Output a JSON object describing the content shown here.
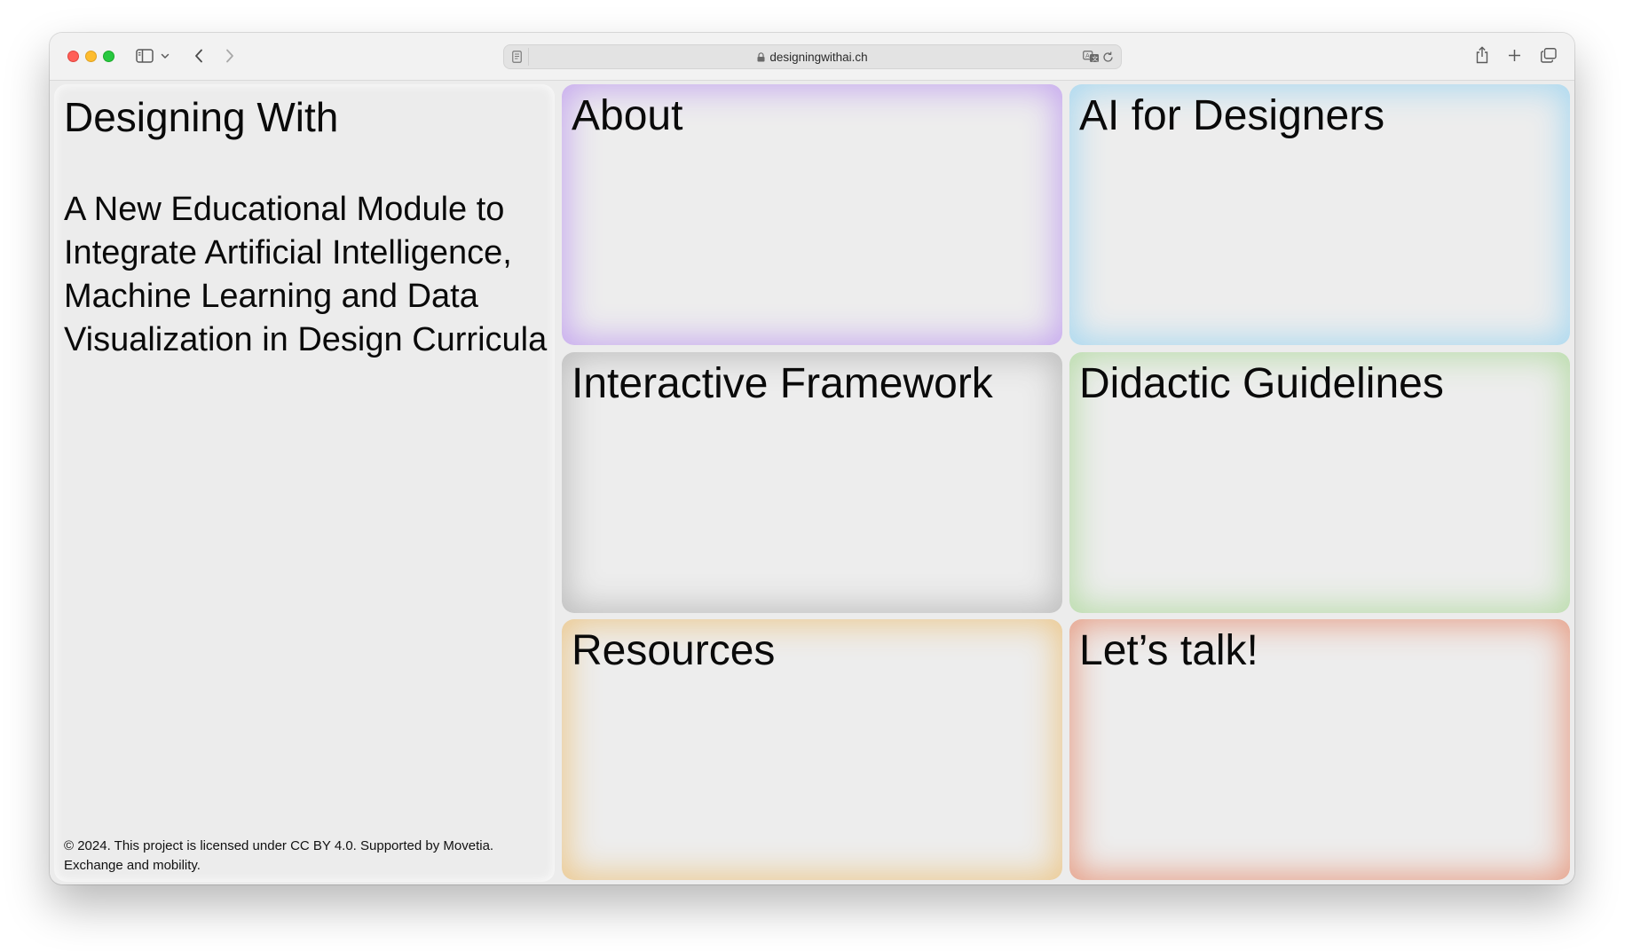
{
  "browser": {
    "url": "designingwithai.ch",
    "icons": {
      "sidebar": "sidebar-icon",
      "chevron": "chevron-down-icon",
      "back": "back-arrow-icon",
      "forward": "forward-arrow-icon",
      "reader": "reader-icon",
      "lock": "lock-icon",
      "translate": "translate-icon",
      "reload": "reload-icon",
      "share": "share-icon",
      "new_tab": "plus-icon",
      "tabs": "tab-overview-icon"
    }
  },
  "site": {
    "title": "Designing With",
    "subtitle": "A New Educational Module to Integrate Artificial Intelligence, Machine Learning and Data Visualization in Design Curricula",
    "footer": "© 2024. This project is licensed under CC BY 4.0. Supported by Movetia. Exchange and mobility."
  },
  "cards": [
    {
      "title": "About",
      "color": "#c6a8ef"
    },
    {
      "title": "AI for Designers",
      "color": "#a9d8f0"
    },
    {
      "title": "Interactive Framework",
      "color": "#bdbdbd"
    },
    {
      "title": "Didactic Guidelines",
      "color": "#b9dcaa"
    },
    {
      "title": "Resources",
      "color": "#ecc98f"
    },
    {
      "title": "Let’s talk!",
      "color": "#e7a088"
    }
  ]
}
